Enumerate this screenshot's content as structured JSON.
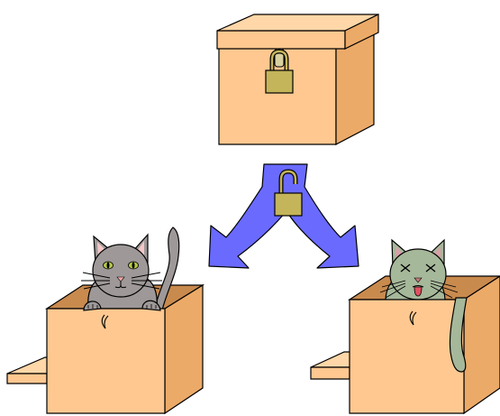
{
  "figure": {
    "elements": [
      {
        "id": "closed-box",
        "icon": "locked-box-icon"
      },
      {
        "id": "split-arrow",
        "icon": "unlocked-padlock-icon"
      },
      {
        "id": "alive-cat-box",
        "icon": "alive-cat-icon"
      },
      {
        "id": "dead-cat-box",
        "icon": "dead-cat-icon"
      }
    ],
    "colors": {
      "box_front": "#ffc890",
      "box_side": "#ecaa68",
      "box_top": "#ffd7a8",
      "arrow": "#6a6aff",
      "lock": "#c4b45a",
      "alive_cat": "#9e9898",
      "dead_cat": "#a6b89a",
      "outline": "#000000"
    }
  }
}
